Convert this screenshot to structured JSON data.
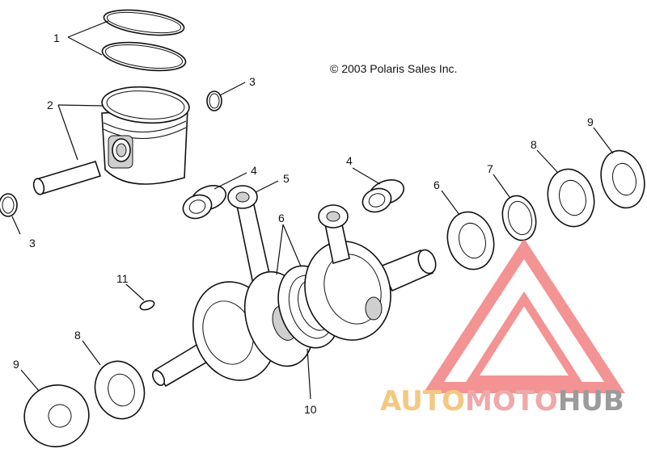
{
  "diagram": {
    "copyright": "© 2003 Polaris Sales Inc.",
    "callouts": {
      "c1": "1",
      "c2": "2",
      "c3a": "3",
      "c3b": "3",
      "c4a": "4",
      "c4b": "4",
      "c5": "5",
      "c6a": "6",
      "c6b": "6",
      "c7": "7",
      "c8a": "8",
      "c8b": "8",
      "c9a": "9",
      "c9b": "9",
      "c10": "10",
      "c11": "11"
    }
  },
  "watermark": {
    "part_auto": "AUTO",
    "part_moto": "MOTO",
    "part_hub": "HUB",
    "colors": {
      "auto": "#f5c882",
      "moto": "#f0a8a8",
      "hub": "#9b9b9b",
      "logo": "#f07070"
    }
  }
}
